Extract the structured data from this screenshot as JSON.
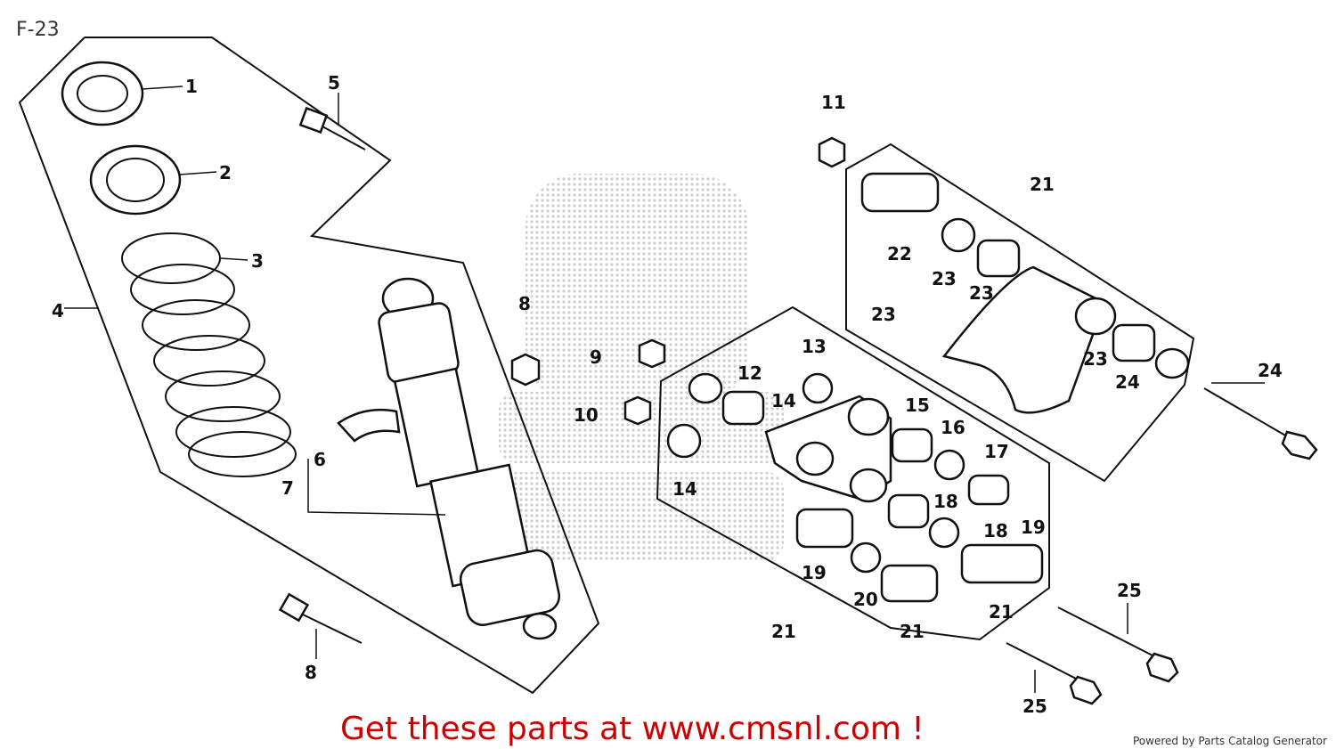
{
  "diagram": {
    "title": "F-23",
    "promo_text": "Get these parts at www.cmsnl.com !",
    "credit_text": "Powered by Parts Catalog Generator",
    "callouts": [
      "1",
      "2",
      "3",
      "4",
      "5",
      "6",
      "7",
      "8",
      "8",
      "9",
      "10",
      "11",
      "12",
      "13",
      "14",
      "14",
      "15",
      "16",
      "17",
      "18",
      "18",
      "19",
      "19",
      "20",
      "21",
      "21",
      "21",
      "21",
      "22",
      "23",
      "23",
      "23",
      "23",
      "24",
      "24",
      "25",
      "25"
    ]
  },
  "colors": {
    "promo": "#cc0000",
    "lines": "#111111",
    "watermark": "#c8c8c8"
  }
}
